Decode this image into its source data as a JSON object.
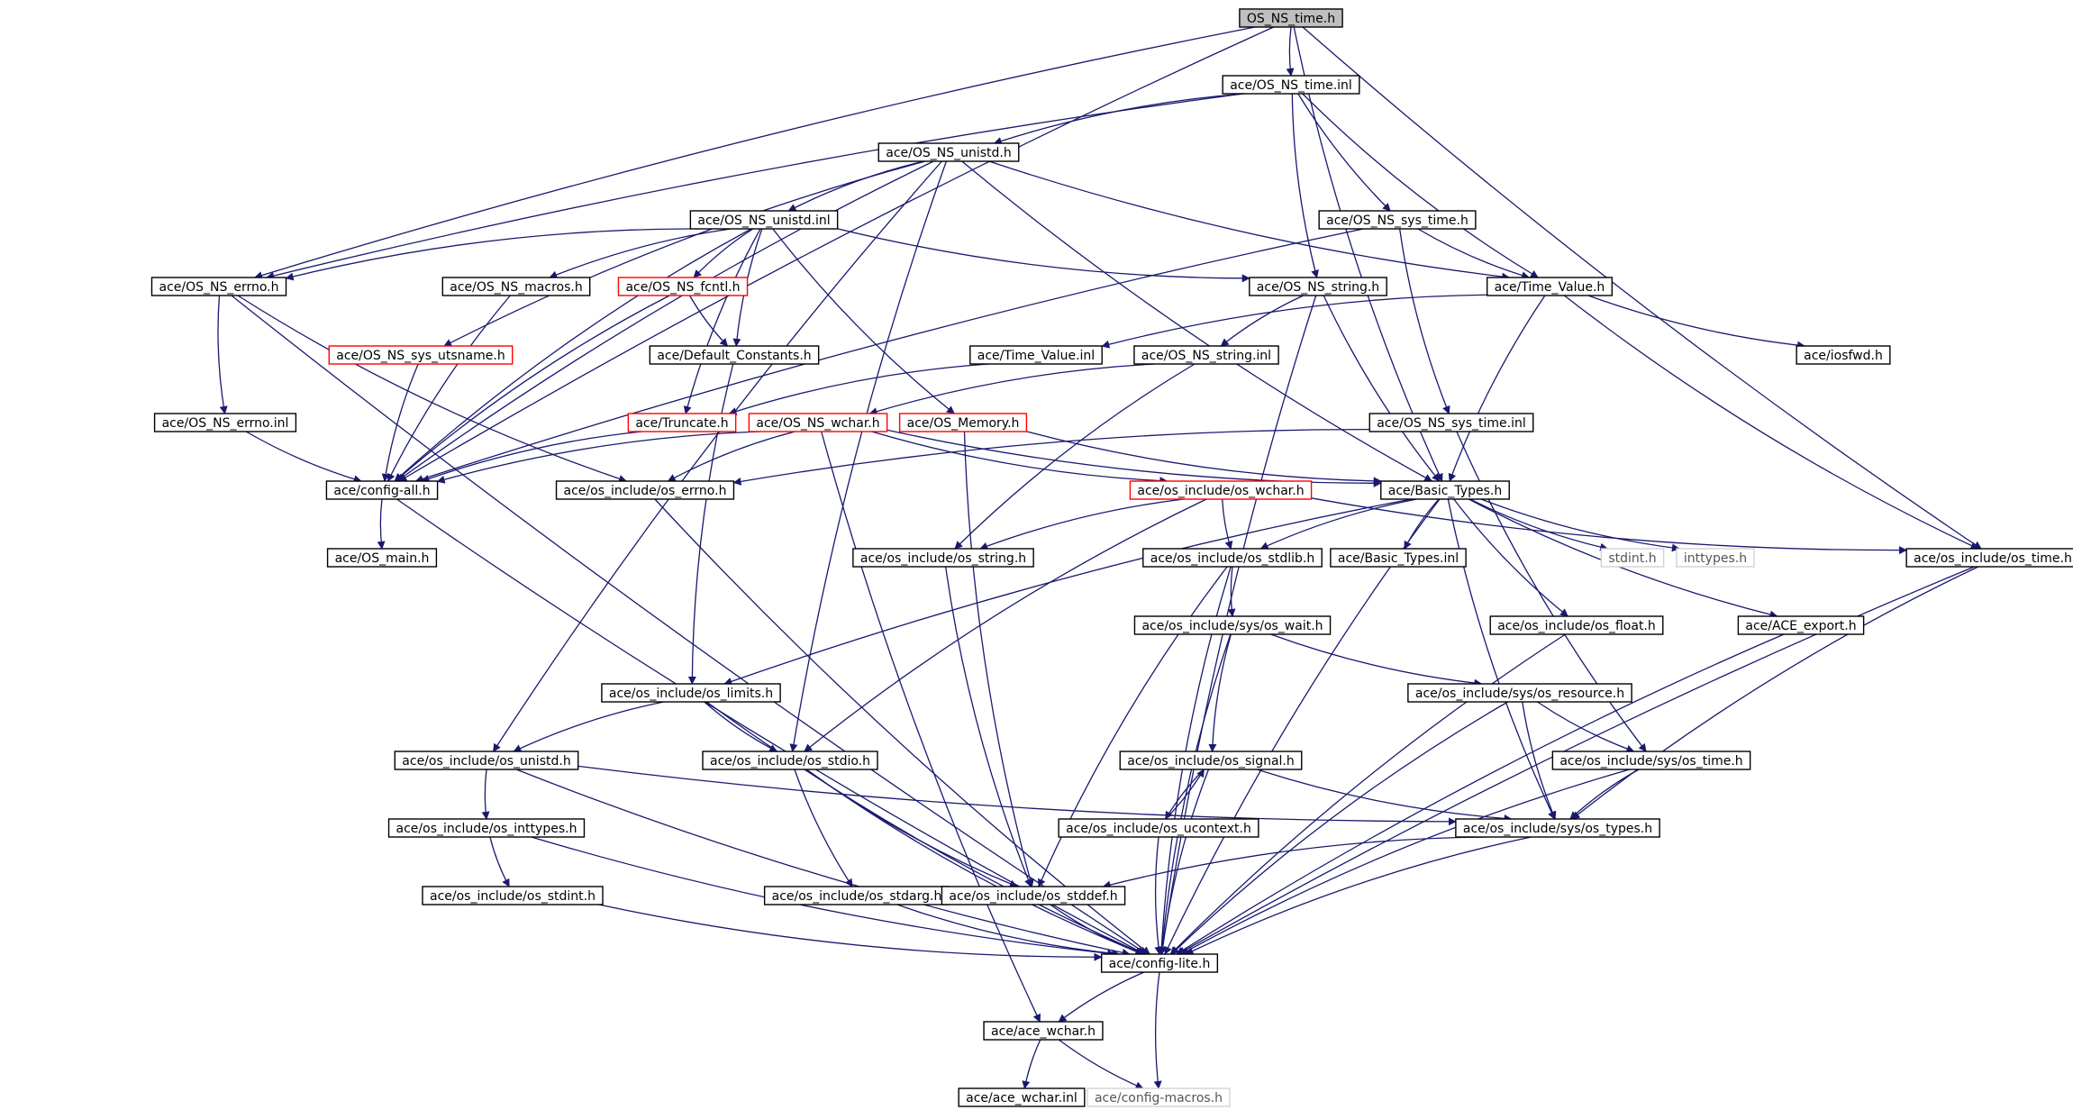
{
  "colors": {
    "edge": "#191970",
    "node_border": "#000000",
    "node_fill": "#ffffff",
    "root_fill": "#bfbfbf",
    "incomplete_border": "#ff0000",
    "external_border": "#d3d3d3"
  },
  "nodes": [
    {
      "id": "os_ns_time_h",
      "label": "OS_NS_time.h",
      "kind": "root"
    },
    {
      "id": "os_ns_time_inl",
      "label": "ace/OS_NS_time.inl",
      "kind": "normal"
    },
    {
      "id": "os_ns_unistd_h",
      "label": "ace/OS_NS_unistd.h",
      "kind": "normal"
    },
    {
      "id": "os_ns_unistd_inl",
      "label": "ace/OS_NS_unistd.inl",
      "kind": "normal"
    },
    {
      "id": "os_ns_sys_time_h",
      "label": "ace/OS_NS_sys_time.h",
      "kind": "normal"
    },
    {
      "id": "os_ns_errno_h",
      "label": "ace/OS_NS_errno.h",
      "kind": "normal"
    },
    {
      "id": "os_ns_macros_h",
      "label": "ace/OS_NS_macros.h",
      "kind": "normal"
    },
    {
      "id": "os_ns_fcntl_h",
      "label": "ace/OS_NS_fcntl.h",
      "kind": "incomplete"
    },
    {
      "id": "os_ns_string_h",
      "label": "ace/OS_NS_string.h",
      "kind": "normal"
    },
    {
      "id": "time_value_h",
      "label": "ace/Time_Value.h",
      "kind": "normal"
    },
    {
      "id": "os_ns_sys_utsname_h",
      "label": "ace/OS_NS_sys_utsname.h",
      "kind": "incomplete"
    },
    {
      "id": "default_constants_h",
      "label": "ace/Default_Constants.h",
      "kind": "normal"
    },
    {
      "id": "time_value_inl",
      "label": "ace/Time_Value.inl",
      "kind": "normal"
    },
    {
      "id": "os_ns_string_inl",
      "label": "ace/OS_NS_string.inl",
      "kind": "normal"
    },
    {
      "id": "iosfwd_h",
      "label": "ace/iosfwd.h",
      "kind": "normal"
    },
    {
      "id": "os_ns_errno_inl",
      "label": "ace/OS_NS_errno.inl",
      "kind": "normal"
    },
    {
      "id": "truncate_h",
      "label": "ace/Truncate.h",
      "kind": "incomplete"
    },
    {
      "id": "os_ns_wchar_h",
      "label": "ace/OS_NS_wchar.h",
      "kind": "incomplete"
    },
    {
      "id": "os_memory_h",
      "label": "ace/OS_Memory.h",
      "kind": "incomplete"
    },
    {
      "id": "os_ns_sys_time_inl",
      "label": "ace/OS_NS_sys_time.inl",
      "kind": "normal"
    },
    {
      "id": "config_all_h",
      "label": "ace/config-all.h",
      "kind": "normal"
    },
    {
      "id": "os_errno_h",
      "label": "ace/os_include/os_errno.h",
      "kind": "normal"
    },
    {
      "id": "os_wchar_h",
      "label": "ace/os_include/os_wchar.h",
      "kind": "incomplete"
    },
    {
      "id": "basic_types_h",
      "label": "ace/Basic_Types.h",
      "kind": "normal"
    },
    {
      "id": "os_main_h",
      "label": "ace/OS_main.h",
      "kind": "normal"
    },
    {
      "id": "os_string_h",
      "label": "ace/os_include/os_string.h",
      "kind": "normal"
    },
    {
      "id": "os_stdlib_h",
      "label": "ace/os_include/os_stdlib.h",
      "kind": "normal"
    },
    {
      "id": "basic_types_inl",
      "label": "ace/Basic_Types.inl",
      "kind": "normal"
    },
    {
      "id": "stdint_h",
      "label": "stdint.h",
      "kind": "external"
    },
    {
      "id": "inttypes_h",
      "label": "inttypes.h",
      "kind": "external"
    },
    {
      "id": "os_time_h",
      "label": "ace/os_include/os_time.h",
      "kind": "normal"
    },
    {
      "id": "os_wait_h",
      "label": "ace/os_include/sys/os_wait.h",
      "kind": "normal"
    },
    {
      "id": "os_float_h",
      "label": "ace/os_include/os_float.h",
      "kind": "normal"
    },
    {
      "id": "ace_export_h",
      "label": "ace/ACE_export.h",
      "kind": "normal"
    },
    {
      "id": "os_limits_h",
      "label": "ace/os_include/os_limits.h",
      "kind": "normal"
    },
    {
      "id": "os_resource_h",
      "label": "ace/os_include/sys/os_resource.h",
      "kind": "normal"
    },
    {
      "id": "os_unistd_h",
      "label": "ace/os_include/os_unistd.h",
      "kind": "normal"
    },
    {
      "id": "os_stdio_h",
      "label": "ace/os_include/os_stdio.h",
      "kind": "normal"
    },
    {
      "id": "os_signal_h",
      "label": "ace/os_include/os_signal.h",
      "kind": "normal"
    },
    {
      "id": "sys_os_time_h",
      "label": "ace/os_include/sys/os_time.h",
      "kind": "normal"
    },
    {
      "id": "os_inttypes_h",
      "label": "ace/os_include/os_inttypes.h",
      "kind": "normal"
    },
    {
      "id": "os_ucontext_h",
      "label": "ace/os_include/os_ucontext.h",
      "kind": "normal"
    },
    {
      "id": "os_types_h",
      "label": "ace/os_include/sys/os_types.h",
      "kind": "normal"
    },
    {
      "id": "os_stdint_h",
      "label": "ace/os_include/os_stdint.h",
      "kind": "normal"
    },
    {
      "id": "os_stdarg_h",
      "label": "ace/os_include/os_stdarg.h",
      "kind": "normal"
    },
    {
      "id": "os_stddef_h",
      "label": "ace/os_include/os_stddef.h",
      "kind": "normal"
    },
    {
      "id": "config_lite_h",
      "label": "ace/config-lite.h",
      "kind": "normal"
    },
    {
      "id": "ace_wchar_h",
      "label": "ace/ace_wchar.h",
      "kind": "normal"
    },
    {
      "id": "ace_wchar_inl",
      "label": "ace/ace_wchar.inl",
      "kind": "normal"
    },
    {
      "id": "config_macros_h",
      "label": "ace/config-macros.h",
      "kind": "external"
    }
  ],
  "edges": [
    [
      "os_ns_time_h",
      "os_ns_time_inl"
    ],
    [
      "os_ns_time_h",
      "os_ns_errno_h"
    ],
    [
      "os_ns_time_h",
      "config_all_h"
    ],
    [
      "os_ns_time_h",
      "basic_types_h"
    ],
    [
      "os_ns_time_h",
      "os_time_h"
    ],
    [
      "os_ns_time_inl",
      "os_ns_unistd_h"
    ],
    [
      "os_ns_time_inl",
      "os_ns_errno_h"
    ],
    [
      "os_ns_time_inl",
      "os_ns_sys_time_h"
    ],
    [
      "os_ns_time_inl",
      "os_ns_string_h"
    ],
    [
      "os_ns_time_inl",
      "time_value_h"
    ],
    [
      "os_ns_unistd_h",
      "os_ns_unistd_inl"
    ],
    [
      "os_ns_unistd_h",
      "time_value_h"
    ],
    [
      "os_ns_unistd_h",
      "basic_types_h"
    ],
    [
      "os_ns_unistd_h",
      "os_ns_sys_utsname_h"
    ],
    [
      "os_ns_unistd_h",
      "os_unistd_h"
    ],
    [
      "os_ns_unistd_h",
      "os_stdio_h"
    ],
    [
      "os_ns_unistd_h",
      "config_all_h"
    ],
    [
      "os_ns_unistd_inl",
      "os_ns_errno_h"
    ],
    [
      "os_ns_unistd_inl",
      "os_ns_macros_h"
    ],
    [
      "os_ns_unistd_inl",
      "os_ns_fcntl_h"
    ],
    [
      "os_ns_unistd_inl",
      "default_constants_h"
    ],
    [
      "os_ns_unistd_inl",
      "os_ns_string_h"
    ],
    [
      "os_ns_unistd_inl",
      "truncate_h"
    ],
    [
      "os_ns_unistd_inl",
      "os_memory_h"
    ],
    [
      "os_ns_unistd_inl",
      "config_all_h"
    ],
    [
      "os_ns_sys_time_h",
      "time_value_h"
    ],
    [
      "os_ns_sys_time_h",
      "os_ns_sys_time_inl"
    ],
    [
      "os_ns_sys_time_h",
      "config_all_h"
    ],
    [
      "os_ns_errno_h",
      "os_ns_errno_inl"
    ],
    [
      "os_ns_errno_h",
      "os_errno_h"
    ],
    [
      "os_ns_errno_h",
      "config_lite_h"
    ],
    [
      "os_ns_macros_h",
      "config_all_h"
    ],
    [
      "os_ns_fcntl_h",
      "default_constants_h"
    ],
    [
      "os_ns_fcntl_h",
      "config_all_h"
    ],
    [
      "os_ns_string_h",
      "os_ns_string_inl"
    ],
    [
      "os_ns_string_h",
      "basic_types_h"
    ],
    [
      "os_ns_string_h",
      "config_lite_h"
    ],
    [
      "time_value_h",
      "time_value_inl"
    ],
    [
      "time_value_h",
      "iosfwd_h"
    ],
    [
      "time_value_h",
      "basic_types_h"
    ],
    [
      "time_value_h",
      "os_time_h"
    ],
    [
      "os_ns_sys_utsname_h",
      "config_all_h"
    ],
    [
      "default_constants_h",
      "os_limits_h"
    ],
    [
      "time_value_inl",
      "truncate_h"
    ],
    [
      "os_ns_string_inl",
      "os_ns_wchar_h"
    ],
    [
      "os_ns_string_inl",
      "os_string_h"
    ],
    [
      "os_ns_errno_inl",
      "config_all_h"
    ],
    [
      "truncate_h",
      "config_all_h"
    ],
    [
      "os_ns_wchar_h",
      "config_all_h"
    ],
    [
      "os_ns_wchar_h",
      "os_errno_h"
    ],
    [
      "os_ns_wchar_h",
      "os_wchar_h"
    ],
    [
      "os_ns_wchar_h",
      "basic_types_h"
    ],
    [
      "os_ns_wchar_h",
      "ace_wchar_h"
    ],
    [
      "os_memory_h",
      "basic_types_h"
    ],
    [
      "os_memory_h",
      "os_stddef_h"
    ],
    [
      "os_ns_sys_time_inl",
      "os_errno_h"
    ],
    [
      "os_ns_sys_time_inl",
      "sys_os_time_h"
    ],
    [
      "config_all_h",
      "os_main_h"
    ],
    [
      "config_all_h",
      "config_lite_h"
    ],
    [
      "os_errno_h",
      "config_lite_h"
    ],
    [
      "os_wchar_h",
      "os_stdlib_h"
    ],
    [
      "os_wchar_h",
      "os_string_h"
    ],
    [
      "os_wchar_h",
      "os_stdio_h"
    ],
    [
      "os_wchar_h",
      "os_time_h"
    ],
    [
      "basic_types_h",
      "basic_types_inl"
    ],
    [
      "basic_types_h",
      "stdint_h"
    ],
    [
      "basic_types_h",
      "inttypes_h"
    ],
    [
      "basic_types_h",
      "os_limits_h"
    ],
    [
      "basic_types_h",
      "os_float_h"
    ],
    [
      "basic_types_h",
      "ace_export_h"
    ],
    [
      "basic_types_h",
      "os_stdlib_h"
    ],
    [
      "basic_types_h",
      "os_types_h"
    ],
    [
      "basic_types_h",
      "config_lite_h"
    ],
    [
      "os_string_h",
      "os_stddef_h"
    ],
    [
      "os_stdlib_h",
      "os_wait_h"
    ],
    [
      "os_stdlib_h",
      "os_stddef_h"
    ],
    [
      "os_stdlib_h",
      "config_lite_h"
    ],
    [
      "os_time_h",
      "os_types_h"
    ],
    [
      "os_time_h",
      "config_lite_h"
    ],
    [
      "os_wait_h",
      "os_signal_h"
    ],
    [
      "os_wait_h",
      "os_resource_h"
    ],
    [
      "os_wait_h",
      "config_lite_h"
    ],
    [
      "os_float_h",
      "config_lite_h"
    ],
    [
      "ace_export_h",
      "config_lite_h"
    ],
    [
      "os_limits_h",
      "os_unistd_h"
    ],
    [
      "os_limits_h",
      "os_stdio_h"
    ],
    [
      "os_limits_h",
      "config_lite_h"
    ],
    [
      "os_resource_h",
      "sys_os_time_h"
    ],
    [
      "os_resource_h",
      "os_types_h"
    ],
    [
      "os_resource_h",
      "config_lite_h"
    ],
    [
      "os_unistd_h",
      "os_inttypes_h"
    ],
    [
      "os_unistd_h",
      "os_types_h"
    ],
    [
      "os_unistd_h",
      "config_lite_h"
    ],
    [
      "os_stdio_h",
      "os_stdarg_h"
    ],
    [
      "os_stdio_h",
      "os_stddef_h"
    ],
    [
      "os_stdio_h",
      "config_lite_h"
    ],
    [
      "os_signal_h",
      "os_ucontext_h"
    ],
    [
      "os_signal_h",
      "os_types_h"
    ],
    [
      "os_signal_h",
      "config_lite_h"
    ],
    [
      "sys_os_time_h",
      "os_types_h"
    ],
    [
      "sys_os_time_h",
      "config_lite_h"
    ],
    [
      "os_inttypes_h",
      "os_stdint_h"
    ],
    [
      "os_inttypes_h",
      "config_lite_h"
    ],
    [
      "os_ucontext_h",
      "os_signal_h"
    ],
    [
      "os_ucontext_h",
      "config_lite_h"
    ],
    [
      "os_types_h",
      "os_stddef_h"
    ],
    [
      "os_types_h",
      "config_lite_h"
    ],
    [
      "os_stdint_h",
      "config_lite_h"
    ],
    [
      "os_stdarg_h",
      "config_lite_h"
    ],
    [
      "os_stddef_h",
      "config_lite_h"
    ],
    [
      "config_lite_h",
      "ace_wchar_h"
    ],
    [
      "config_lite_h",
      "config_macros_h"
    ],
    [
      "ace_wchar_h",
      "ace_wchar_inl"
    ],
    [
      "ace_wchar_h",
      "config_macros_h"
    ]
  ]
}
